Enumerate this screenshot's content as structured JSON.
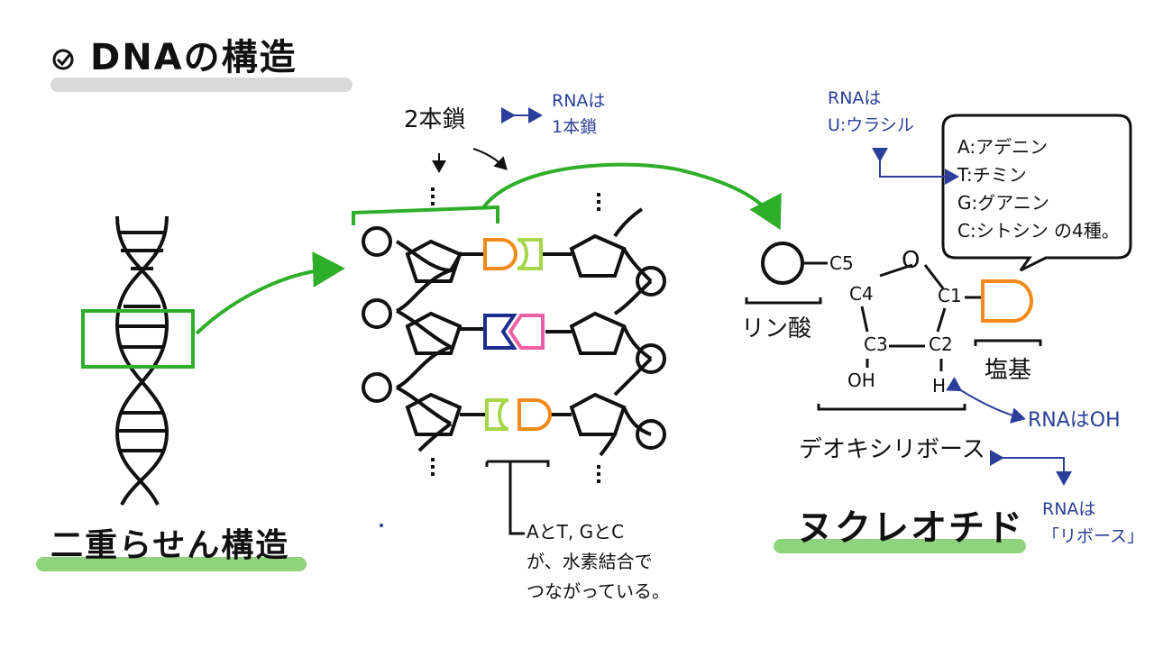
{
  "title": "DNAの構造",
  "left": {
    "label": "二重らせん構造"
  },
  "middle": {
    "strand_label": "2本鎖",
    "rna_note_1": "RNAは",
    "rna_note_2": "1本鎖",
    "hbond_1": "AとT, GとC",
    "hbond_2": "が、水素結合で",
    "hbond_3": "つながっている。"
  },
  "right": {
    "uracil_1": "RNAは",
    "uracil_2": "U:ウラシル",
    "bases": [
      "A:アデニン",
      "T:チミン",
      "G:グアニン",
      "C:シトシン の4種。"
    ],
    "atoms": {
      "c5": "C5",
      "o": "O",
      "c4": "C4",
      "c1": "C1",
      "c3": "C3",
      "c2": "C2",
      "oh": "OH",
      "h": "H"
    },
    "phosphate": "リン酸",
    "base": "塩基",
    "deoxyribose": "デオキシリボース",
    "rna_oh": "RNAはOH",
    "ribose_1": "RNAは",
    "ribose_2": "「リボース」",
    "nucleotide": "ヌクレオチド"
  },
  "colors": {
    "green_arrow": "#2fae2a",
    "blue_note": "#2b3f9a",
    "orange_base": "#f28a1a",
    "lime_base": "#a6d64a",
    "navy_base": "#1d2d8c",
    "pink_base": "#ef5fa7"
  }
}
